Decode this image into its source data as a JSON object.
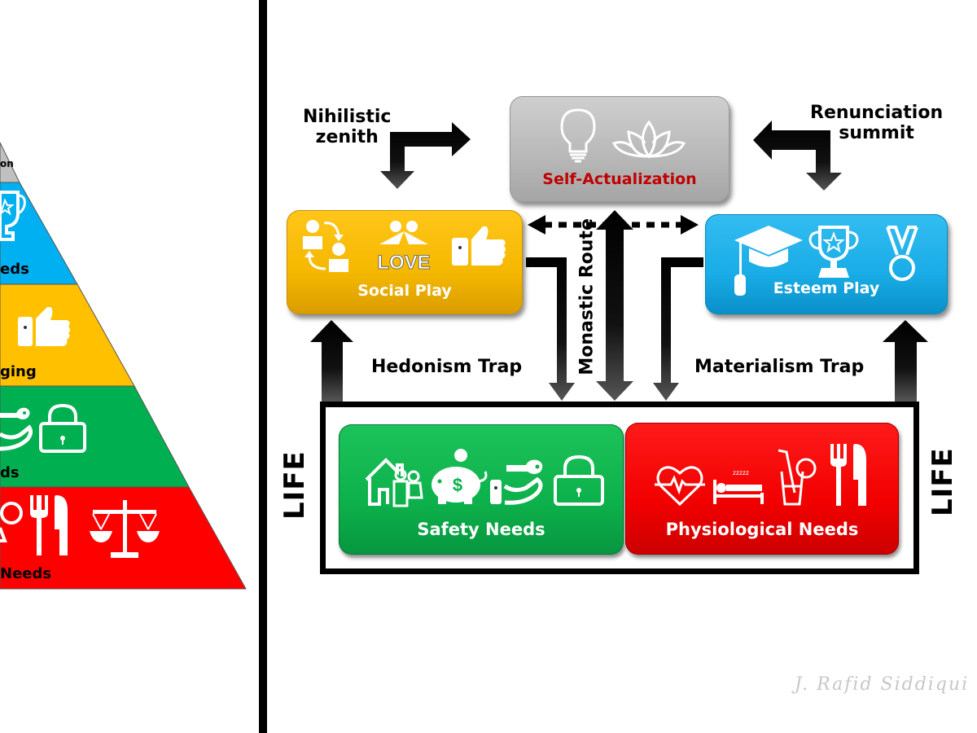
{
  "pyramid": {
    "levels": [
      {
        "id": "self-actualization",
        "label_fragment": "on",
        "color": "#c0c0c0"
      },
      {
        "id": "esteem",
        "label_fragment": "eds",
        "color": "#00b0f0"
      },
      {
        "id": "belonging",
        "label_fragment": "ging",
        "color": "#ffc000"
      },
      {
        "id": "safety",
        "label_fragment": "ds",
        "color": "#00b050"
      },
      {
        "id": "physiological",
        "label_fragment": "Needs",
        "color": "#ff0000"
      }
    ],
    "icons": [
      "trophy-icon",
      "thumbs-up-icon",
      "hand-key-icon",
      "padlock-icon",
      "drink-icon",
      "fork-knife-icon",
      "scales-icon"
    ]
  },
  "diagram": {
    "self_actualization": {
      "title": "Self-Actualization",
      "title_color": "#c00000",
      "icons": [
        "lightbulb-icon",
        "lotus-icon"
      ],
      "color": "#bfbfbf"
    },
    "social_play": {
      "title": "Social Play",
      "icons": [
        "people-exchange-icon",
        "love-couple-icon",
        "thumbs-up-icon"
      ],
      "color": "#f5b800"
    },
    "esteem_play": {
      "title": "Esteem Play",
      "icons": [
        "graduation-cap-icon",
        "trophy-icon",
        "medal-icon"
      ],
      "color": "#19ace6"
    },
    "safety_needs": {
      "title": "Safety Needs",
      "icons": [
        "home-family-icon",
        "piggy-bank-icon",
        "hand-key-icon",
        "padlock-icon"
      ],
      "color": "#0db14b"
    },
    "physiological_needs": {
      "title": "Physiological Needs",
      "icons": [
        "heartbeat-icon",
        "sleeping-bed-icon",
        "drink-icon",
        "fork-knife-icon"
      ],
      "color": "#f20000"
    },
    "labels": {
      "nihilistic": "Nihilistic\nzenith",
      "nihilistic_line1": "Nihilistic",
      "nihilistic_line2": "zenith",
      "renunciation_line1": "Renunciation",
      "renunciation_line2": "summit",
      "monastic_route": "Monastic Route",
      "hedonism_trap": "Hedonism Trap",
      "materialism_trap": "Materialism Trap",
      "life_left": "LIFE",
      "life_right": "LIFE"
    },
    "signature": "J. Rafid Siddiqui"
  }
}
